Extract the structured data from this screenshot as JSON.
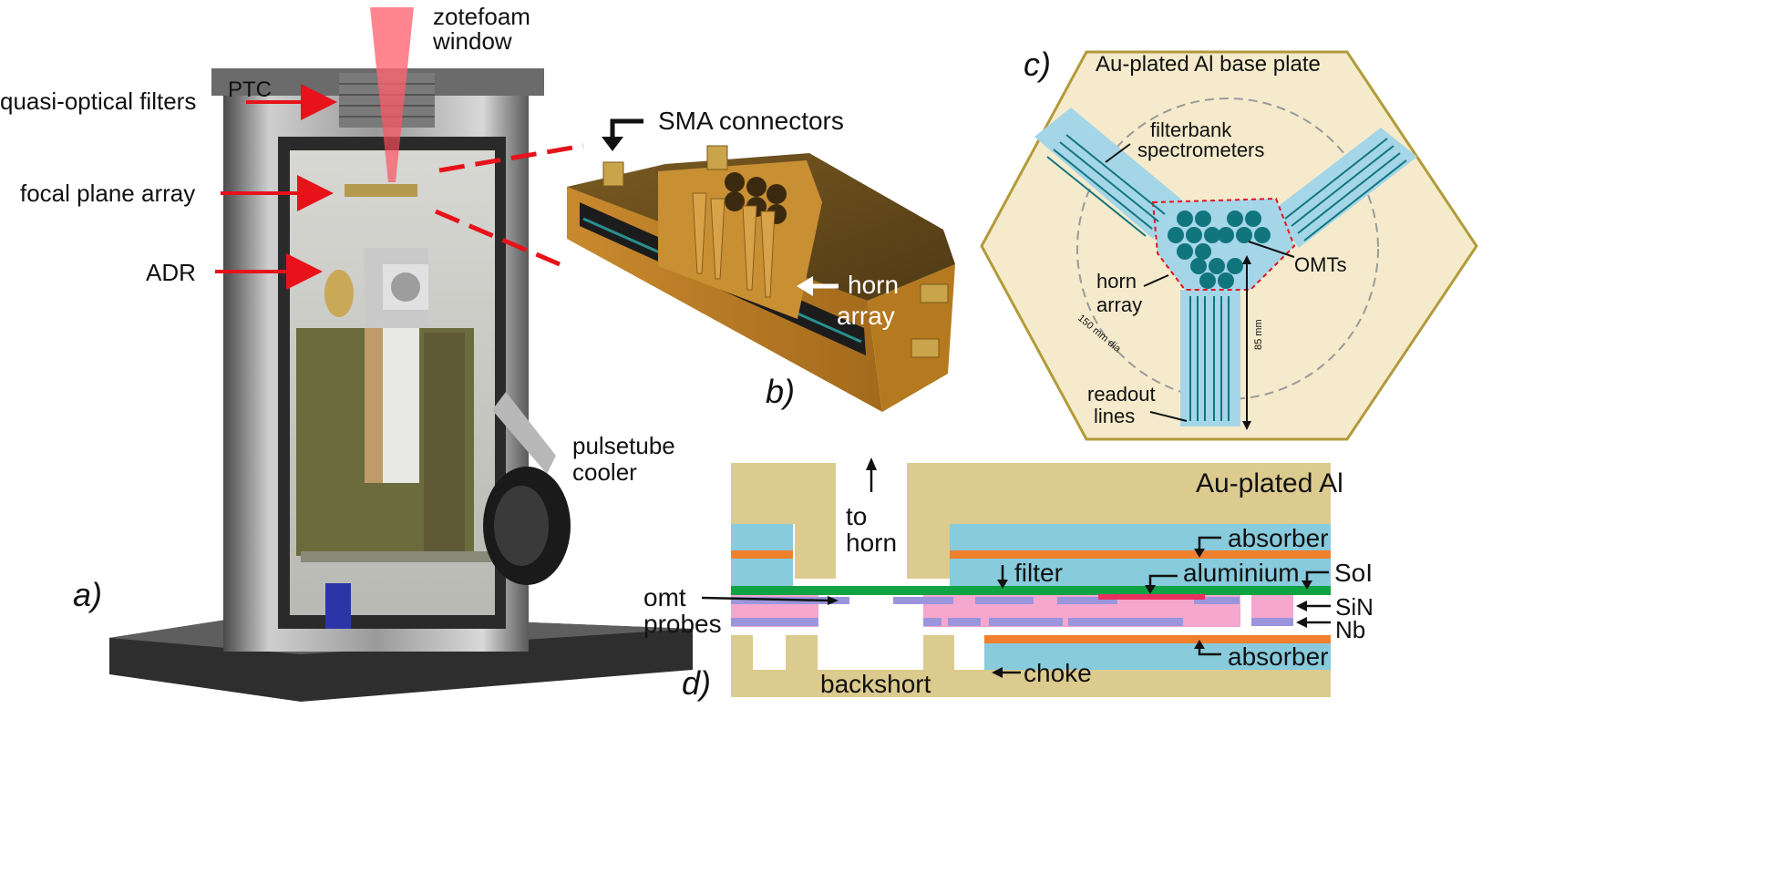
{
  "colors": {
    "arrow_red": "#e8121b",
    "gold": "#dccb8e",
    "cyan": "#87cbdc",
    "orange": "#f07f2e",
    "green": "#10a343",
    "pink": "#f5a7cd",
    "purple": "#9b95dd",
    "magenta": "#e8305e",
    "beige": "#f5ebcc",
    "teal": "#11757e"
  },
  "panel_a": {
    "tag": "a)",
    "window_label_1": "zotefoam",
    "window_label_2": "window",
    "filters_label": "quasi-optical filters",
    "ptc_label": "PTC",
    "focal_label": "focal plane array",
    "adr_label": "ADR",
    "pulse_label_1": "pulsetube",
    "pulse_label_2": "cooler"
  },
  "panel_b": {
    "tag": "b)",
    "sma_label": "SMA connectors",
    "horn_label_1": "horn",
    "horn_label_2": "array"
  },
  "panel_c": {
    "tag": "c)",
    "base_label": "Au-plated Al base plate",
    "fb_label_1": "filterbank",
    "fb_label_2": "spectrometers",
    "omt_label": "OMTs",
    "horn_label_1": "horn",
    "horn_label_2": "array",
    "dia_label": "150 mm dia",
    "len_label": "85 mm",
    "readout_label_1": "readout",
    "readout_label_2": "lines"
  },
  "panel_d": {
    "tag": "d)",
    "al_label": "Au-plated Al",
    "to_label_1": "to",
    "to_label_2": "horn",
    "absorber_top_label": "absorber",
    "filter_label": "filter",
    "aluminium_label": "aluminium",
    "soi_label": "SoI",
    "omt_label_1": "omt",
    "omt_label_2": "probes",
    "sin_label": "SiN",
    "nb_label": "Nb",
    "absorber_bottom_label": "absorber",
    "backshort_label": "backshort",
    "choke_label": "choke"
  }
}
